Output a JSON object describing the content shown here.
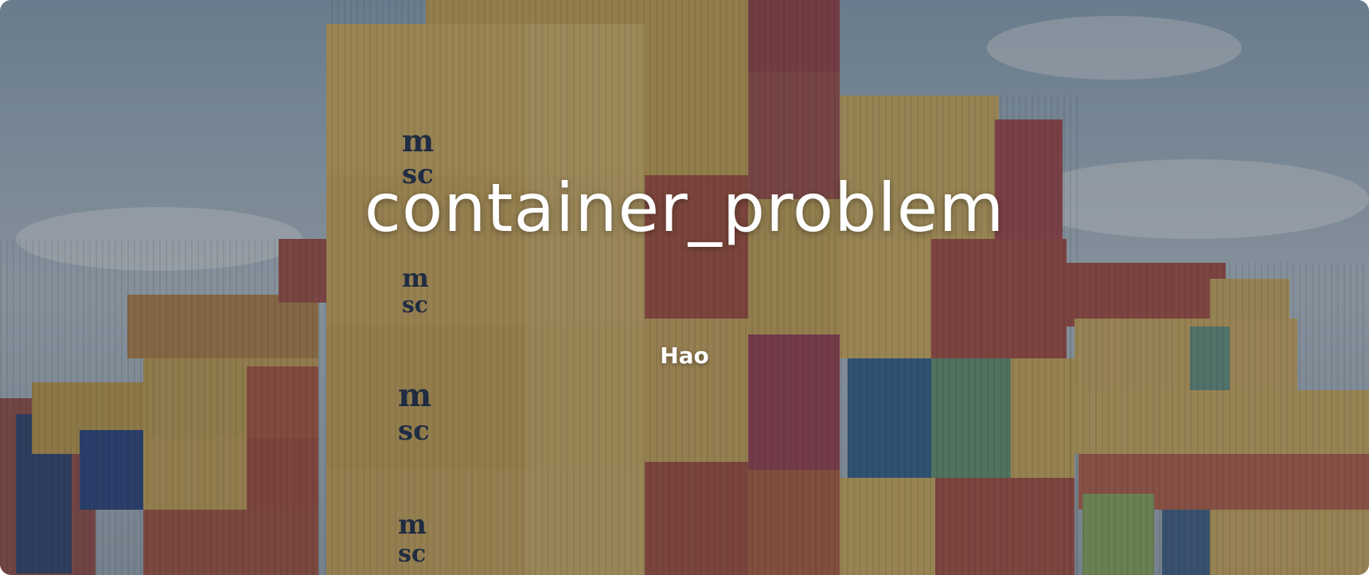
{
  "hero": {
    "title": "container_problem",
    "author": "Hao"
  },
  "colors": {
    "sky": "#a9bccb",
    "overlay": "rgba(20,24,30,0.30)",
    "container_yellow": "#d4b46a",
    "container_red": "#a8544b",
    "container_orange": "#b86a4c",
    "container_blue": "#3a5a8a",
    "container_green": "#6a9a7a",
    "text": "#ffffff"
  },
  "icons": [
    "msc-logo"
  ]
}
